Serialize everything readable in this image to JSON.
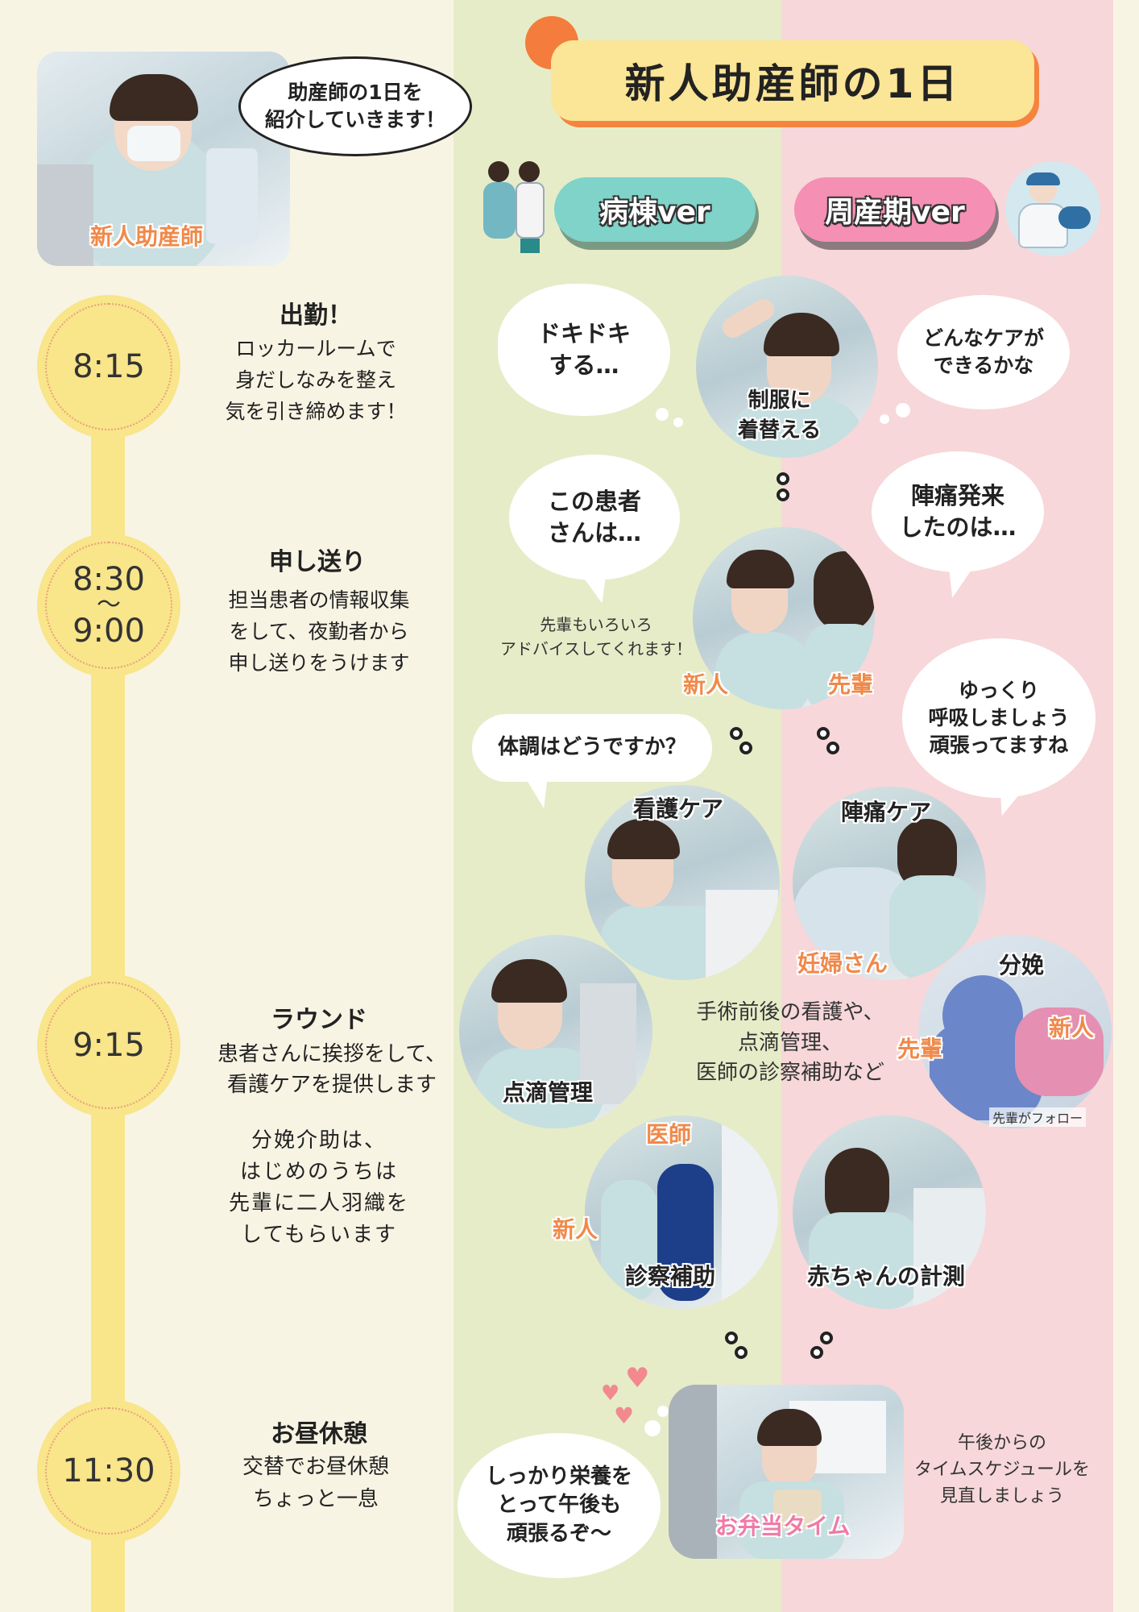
{
  "header": {
    "title": "新人助産師の1日",
    "intro_bubble_line1": "助産師の1日を",
    "intro_bubble_line2": "紹介していきます！",
    "profile_label": "新人助産師",
    "ward_ver": "病棟ver",
    "perinatal_ver": "周産期ver"
  },
  "timeline": [
    {
      "time": "8:15",
      "title": "出勤！",
      "desc": [
        "ロッカールームで",
        "身だしなみを整え",
        "気を引き締めます！"
      ]
    },
    {
      "time_from": "8:30",
      "time_sep": "〜",
      "time_to": "9:00",
      "title": "申し送り",
      "desc": [
        "担当患者の情報収集",
        "をして、夜勤者から",
        "申し送りをうけます"
      ]
    },
    {
      "time": "9:15",
      "title": "ラウンド",
      "desc": [
        "患者さんに挨拶をして、",
        "看護ケアを提供します"
      ],
      "desc2": [
        "分娩介助は、",
        "はじめのうちは",
        "先輩に二人羽織を",
        "してもらいます"
      ]
    },
    {
      "time": "11:30",
      "title": "お昼休憩",
      "desc": [
        "交替でお昼休憩",
        "ちょっと一息"
      ]
    }
  ],
  "scenes": {
    "change_clothes": [
      "制服に",
      "着替える"
    ],
    "bubble_dokidoki": [
      "ドキドキ",
      "する…"
    ],
    "bubble_care": [
      "どんなケアが",
      "できるかな"
    ],
    "bubble_patient": [
      "この患者",
      "さんは…"
    ],
    "bubble_labor": [
      "陣痛発来",
      "したのは…"
    ],
    "senior_advice": [
      "先輩もいろいろ",
      "アドバイスしてくれます！"
    ],
    "label_new": "新人",
    "label_senior": "先輩",
    "bubble_breathe": [
      "ゆっくり",
      "呼吸しましょう",
      "頑張ってますね"
    ],
    "bubble_condition": "体調はどうですか？",
    "label_nursing_care": "看護ケア",
    "label_labor_care": "陣痛ケア",
    "label_pregnant": "妊婦さん",
    "label_delivery": "分娩",
    "label_iv": "点滴管理",
    "ward_note": [
      "手術前後の看護や、",
      "点滴管理、",
      "医師の診察補助など"
    ],
    "senior_follow": "先輩がフォロー",
    "label_doctor": "医師",
    "label_exam_assist": "診察補助",
    "label_baby_measure": "赤ちゃんの計測",
    "bubble_lunch": [
      "しっかり栄養を",
      "とって午後も",
      "頑張るぞ～"
    ],
    "label_bento": "お弁当タイム",
    "afternoon_note": [
      "午後からの",
      "タイムスケジュールを",
      "見直しましょう"
    ]
  },
  "colors": {
    "cream": "#f8f4e4",
    "green": "#e6ecc8",
    "pink": "#f7d7d9",
    "yellow": "#f9e58a",
    "orange": "#f0894a",
    "teal": "#7fd3c8",
    "pink_pill": "#f58fb3"
  }
}
